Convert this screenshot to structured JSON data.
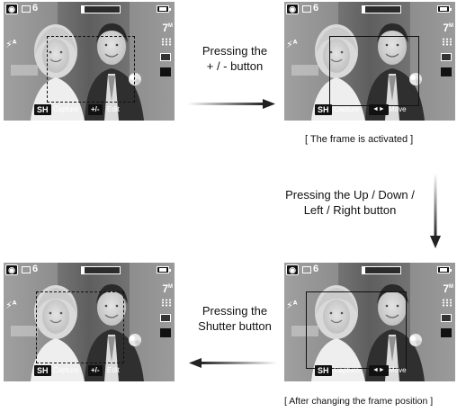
{
  "status": {
    "shots_remaining": "6",
    "image_size": "7",
    "image_size_suffix": "M",
    "flash": "A"
  },
  "buttons": {
    "sh_key": "SH",
    "capture_label": "Capture",
    "edit_key": "+/-",
    "edit_label": "Edit",
    "move_key": "◄►",
    "move_label": "Move"
  },
  "steps": {
    "press_plus_minus": [
      "Pressing the",
      "+ / - button"
    ],
    "frame_activated": "[ The frame is activated ]",
    "press_directions": [
      "Pressing the Up / Down /",
      "Left / Right button"
    ],
    "press_shutter": [
      "Pressing the",
      "Shutter button"
    ],
    "after_change": "[ After changing the frame position ]"
  },
  "icons": {
    "mode": "camera-mode-icon",
    "shots": "memory-card-icon",
    "zoom": "zoom-bar-icon",
    "battery": "battery-icon",
    "quality": "quality-icon",
    "metering": "metering-icon",
    "flash": "flash-auto-icon",
    "arrow": "flow-arrow-icon"
  },
  "colors": {
    "frame": "#111111",
    "screen_bg": "#6f6f6f",
    "arrow": "#222222"
  }
}
